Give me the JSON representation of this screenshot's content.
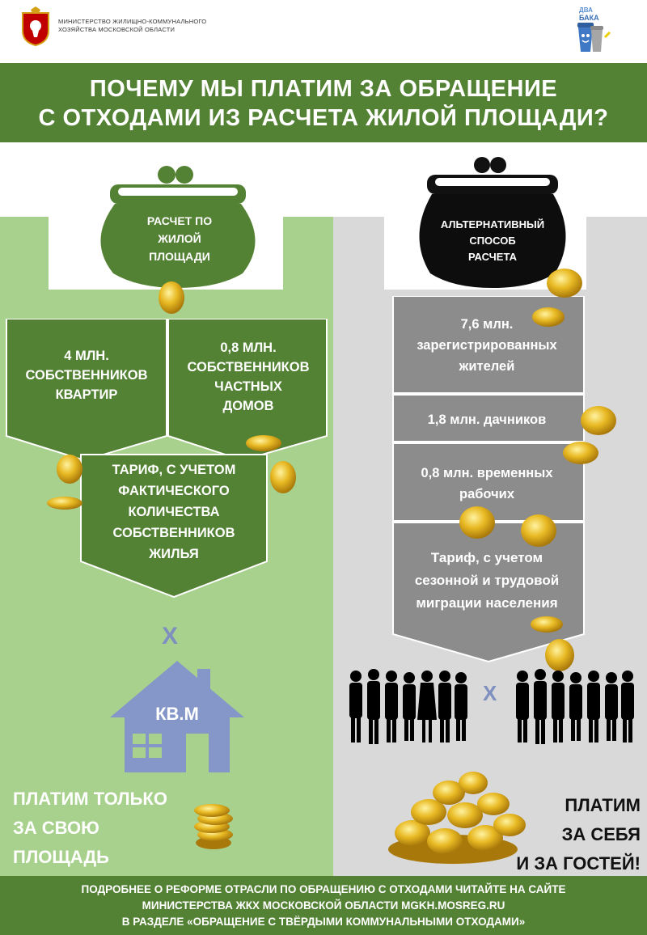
{
  "header": {
    "ministry_line1": "МИНИСТЕРСТВО ЖИЛИЩНО-КОММУНАЛЬНОГО",
    "ministry_line2": "ХОЗЯЙСТВА МОСКОВСКОЙ ОБЛАСТИ",
    "logo_right_text": "ДВА БАКА"
  },
  "title": {
    "line1": "ПОЧЕМУ МЫ ПЛАТИМ ЗА ОБРАЩЕНИЕ",
    "line2": "С ОТХОДАМИ ИЗ РАСЧЕТА ЖИЛОЙ ПЛОЩАДИ?"
  },
  "left": {
    "purse": [
      "РАСЧЕТ ПО",
      "ЖИЛОЙ",
      "ПЛОЩАДИ"
    ],
    "box1": [
      "4 МЛН.",
      "СОБСТВЕННИКОВ",
      "КВАРТИР"
    ],
    "box2": [
      "0,8 МЛН.",
      "СОБСТВЕННИКОВ",
      "ЧАСТНЫХ",
      "ДОМОВ"
    ],
    "tariff": [
      "ТАРИФ, С УЧЕТОМ",
      "ФАКТИЧЕСКОГО",
      "КОЛИЧЕСТВА",
      "СОБСТВЕННИКОВ",
      "ЖИЛЬЯ"
    ],
    "times": "X",
    "house_label": "КВ.М",
    "bottom": [
      "ПЛАТИМ ТОЛЬКО",
      "ЗА СВОЮ",
      "ПЛОЩАДЬ"
    ]
  },
  "right": {
    "purse": [
      "АЛЬТЕРНАТИВНЫЙ",
      "СПОСОБ",
      "РАСЧЕТА"
    ],
    "box1": [
      "7,6 млн.",
      "зарегистрированных",
      "жителей"
    ],
    "box2": [
      "1,8 млн. дачников"
    ],
    "box3": [
      "0,8 млн. временных",
      "рабочих"
    ],
    "tariff": [
      "Тариф, с учетом",
      "сезонной и трудовой",
      "миграции населения"
    ],
    "times": "X",
    "bottom": [
      "ПЛАТИМ",
      "ЗА СЕБЯ",
      "И ЗА ГОСТЕЙ!"
    ]
  },
  "footer": {
    "line1": "ПОДРОБНЕЕ О РЕФОРМЕ ОТРАСЛИ ПО ОБРАЩЕНИЮ С ОТХОДАМИ ЧИТАЙТЕ НА САЙТЕ",
    "line2": "МИНИСТЕРСТВА ЖКХ МОСКОВСКОЙ ОБЛАСТИ MGKH.MOSREG.RU",
    "line3": "В РАЗДЕЛЕ «ОБРАЩЕНИЕ С ТВЁРДЫМИ КОММУНАЛЬНЫМИ ОТХОДАМИ»"
  },
  "colors": {
    "green_dark": "#548235",
    "green_light": "#a9d18e",
    "gray_panel": "#d9d9d9",
    "gray_arrow": "#8c8c8c",
    "house": "#8497c8",
    "gold": "#e8b923"
  }
}
